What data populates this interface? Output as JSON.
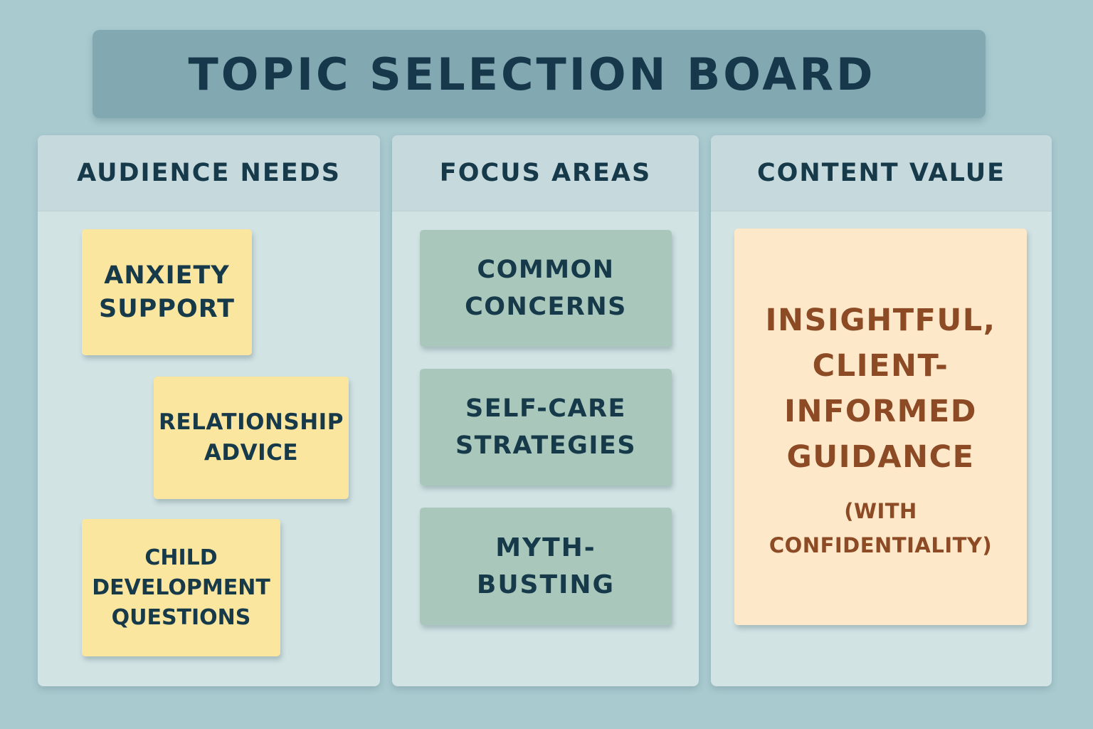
{
  "title": "TOPIC SELECTION BOARD",
  "columns": [
    {
      "heading": "AUDIENCE NEEDS",
      "notes": [
        {
          "lines": [
            "ANXIETY",
            "SUPPORT"
          ]
        },
        {
          "lines": [
            "RELATIONSHIP",
            "ADVICE"
          ]
        },
        {
          "lines": [
            "CHILD",
            "DEVELOPMENT",
            "QUESTIONS"
          ]
        }
      ]
    },
    {
      "heading": "FOCUS AREAS",
      "notes": [
        {
          "lines": [
            "COMMON",
            "CONCERNS"
          ]
        },
        {
          "lines": [
            "SELF-CARE",
            "STRATEGIES"
          ]
        },
        {
          "lines": [
            "MYTH-",
            "BUSTING"
          ]
        }
      ]
    },
    {
      "heading": "CONTENT VALUE",
      "notes": [
        {
          "lines": [
            "INSIGHTFUL,",
            "CLIENT-",
            "INFORMED",
            "GUIDANCE"
          ],
          "sub_lines": [
            "(WITH",
            "CONFIDENTIALITY)"
          ]
        }
      ]
    }
  ],
  "colors": {
    "background": "#a9cbd0",
    "banner": "#82a9b1",
    "column": "#d2e3e4",
    "yellow_note": "#fbe69f",
    "green_note": "#a9c8bb",
    "peach_note": "#fde9c9",
    "text_dark": "#173a4b",
    "text_brown": "#8c4a25"
  }
}
